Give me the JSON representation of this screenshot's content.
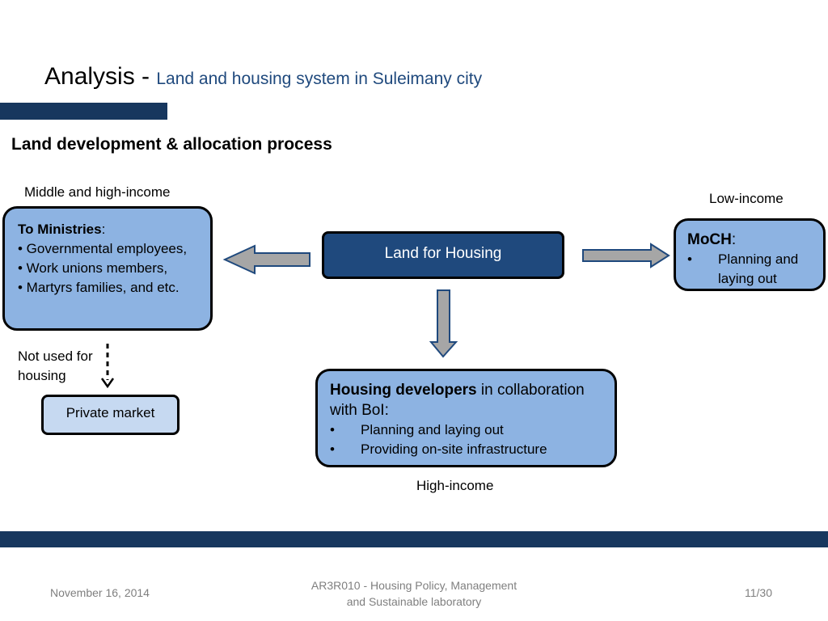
{
  "title": {
    "main": "Analysis - ",
    "sub": "Land and housing system in Suleimany city"
  },
  "section_heading": "Land development & allocation process",
  "labels": {
    "middle_high": "Middle and high-income",
    "low": "Low-income",
    "high": "High-income",
    "not_used": "Not used for housing"
  },
  "boxes": {
    "ministries": {
      "heading": "To Ministries",
      "colon": ":",
      "items": [
        "• Governmental employees,",
        "• Work unions members,",
        "• Martyrs families, and etc."
      ]
    },
    "center": "Land for Housing",
    "moch": {
      "heading": "MoCH",
      "colon": ":",
      "bullet": "•",
      "item": "Planning and laying out"
    },
    "developers": {
      "heading": "Housing developers",
      "rest": " in collaboration with BoI:",
      "bullet": "•",
      "items": [
        "Planning and laying out",
        "Providing on-site infrastructure"
      ]
    },
    "private": "Private market"
  },
  "footer": {
    "date": "November 16, 2014",
    "course_line1": "AR3R010 - Housing Policy, Management",
    "course_line2": "and Sustainable laboratory",
    "page": "11/30"
  },
  "colors": {
    "dark_blue": "#1f497d",
    "navy_bar": "#17375e",
    "light_blue": "#8db3e2",
    "pale_blue": "#c6d9f1",
    "arrow_gray": "#a6a6a6"
  }
}
